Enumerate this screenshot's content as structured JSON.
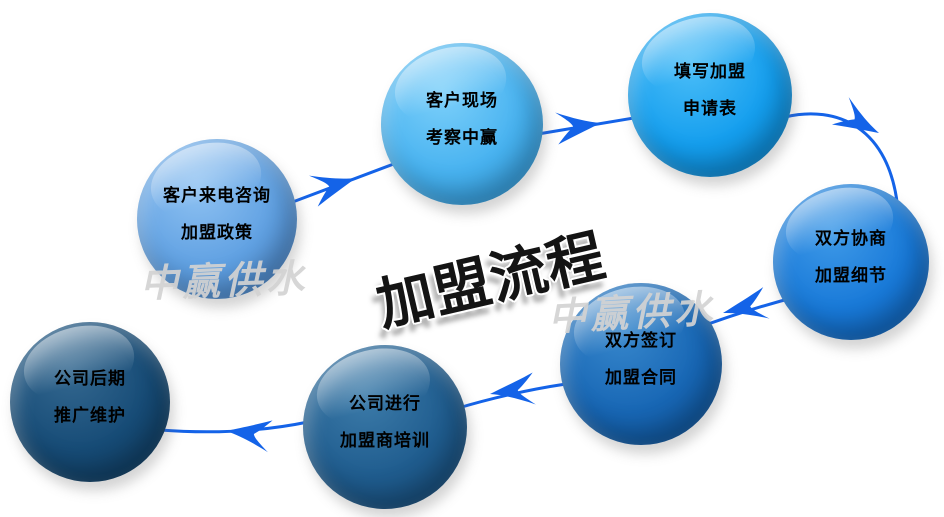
{
  "diagram": {
    "title": "加盟流程",
    "watermark": "中赢供水",
    "arrow_color": "#1463E8",
    "title_color": "#141414",
    "watermark_color": "#D3D3D3",
    "background_color": "#FFFFFF",
    "text_color": "#000000",
    "steps": [
      {
        "order": 1,
        "line1": "客户来电咨询",
        "line2": "加盟政策",
        "color_light": "#8FC2F2",
        "color_main": "#5FA0E2",
        "color_dark": "#4A88D0"
      },
      {
        "order": 2,
        "line1": "客户现场",
        "line2": "考察中赢",
        "color_light": "#7DD0FA",
        "color_main": "#47B2F0",
        "color_dark": "#2F9EE4"
      },
      {
        "order": 3,
        "line1": "填写加盟",
        "line2": "申请表",
        "color_light": "#4CBEF8",
        "color_main": "#149EEE",
        "color_dark": "#0A8CDC"
      },
      {
        "order": 4,
        "line1": "双方协商",
        "line2": "加盟细节",
        "color_light": "#3F9AE8",
        "color_main": "#1879D8",
        "color_dark": "#0F65C0"
      },
      {
        "order": 5,
        "line1": "双方签订",
        "line2": "加盟合同",
        "color_light": "#3787CC",
        "color_main": "#1766B4",
        "color_dark": "#0F57A0"
      },
      {
        "order": 6,
        "line1": "公司进行",
        "line2": "加盟商培训",
        "color_light": "#3D7CAA",
        "color_main": "#1F5C8E",
        "color_dark": "#174E7E"
      },
      {
        "order": 7,
        "line1": "公司后期",
        "line2": "推广维护",
        "color_light": "#346890",
        "color_main": "#164B76",
        "color_dark": "#0F3E64"
      }
    ]
  }
}
